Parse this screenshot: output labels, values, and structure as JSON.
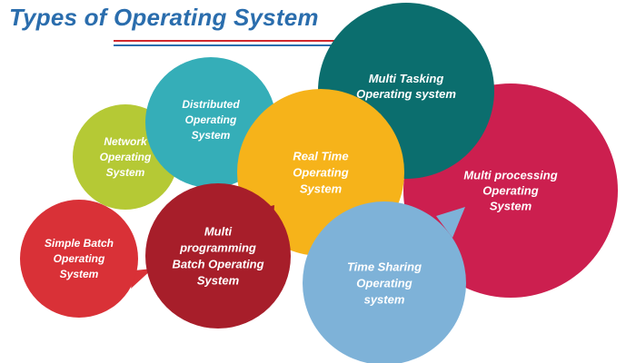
{
  "title": "Types of Operating System",
  "colors": {
    "title": "#2a6dad",
    "rule_red": "#d0282e",
    "rule_blue": "#2a6dad",
    "label_text": "#ffffff"
  },
  "bubbles": [
    {
      "id": "multi-processing",
      "lines": [
        "Multi processing",
        "Operating",
        "System"
      ],
      "color": "#cc1f4f"
    },
    {
      "id": "multi-tasking",
      "lines": [
        "Multi Tasking",
        "Operating system"
      ],
      "color": "#0b6e6e"
    },
    {
      "id": "network",
      "lines": [
        "Network",
        "Operating",
        "System"
      ],
      "color": "#b5c935"
    },
    {
      "id": "distributed",
      "lines": [
        "Distributed",
        "Operating",
        "System"
      ],
      "color": "#35aeb8"
    },
    {
      "id": "real-time",
      "lines": [
        "Real Time",
        "Operating",
        "System"
      ],
      "color": "#f6b31a"
    },
    {
      "id": "simple-batch",
      "lines": [
        "Simple Batch",
        "Operating",
        "System"
      ],
      "color": "#d93137"
    },
    {
      "id": "multi-programming",
      "lines": [
        "Multi",
        "programming",
        "Batch Operating",
        "System"
      ],
      "color": "#a71e2a"
    },
    {
      "id": "time-sharing",
      "lines": [
        "Time Sharing",
        "Operating",
        "system"
      ],
      "color": "#7eb2d8"
    }
  ]
}
